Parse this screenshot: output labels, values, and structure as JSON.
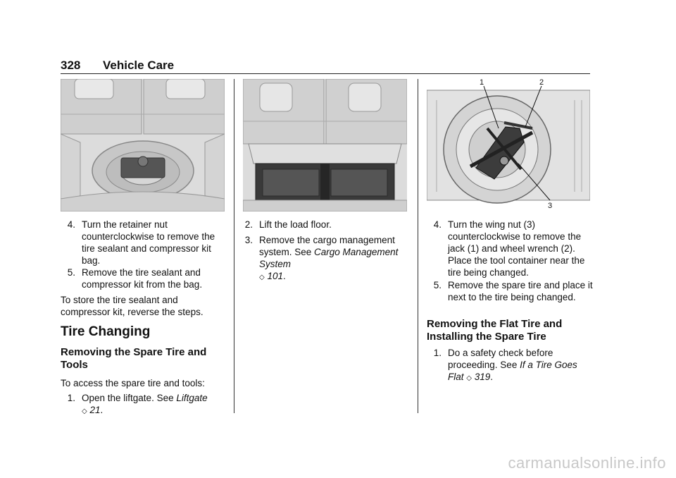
{
  "header": {
    "page_number": "328",
    "section_title": "Vehicle Care"
  },
  "figures": {
    "fig1": {
      "icon": "cargo-area-spare-tire-image"
    },
    "fig2": {
      "icon": "cargo-management-system-image"
    },
    "fig3": {
      "icon": "spare-tire-jack-diagram",
      "callouts": [
        "1",
        "2",
        "3"
      ]
    }
  },
  "column1": {
    "steps": [
      {
        "num": "4.",
        "text": "Turn the retainer nut counterclockwise to remove the tire sealant and compressor kit bag."
      },
      {
        "num": "5.",
        "text": "Remove the tire sealant and compressor kit from the bag."
      }
    ],
    "store_note": "To store the tire sealant and compressor kit, reverse the steps.",
    "heading_main": "Tire Changing",
    "heading_sub": "Removing the Spare Tire and Tools",
    "access_note": "To access the spare tire and tools:",
    "step1": {
      "num": "1.",
      "text": "Open the liftgate. See ",
      "xref": "Liftgate",
      "page_icon": "◇",
      "page": "21",
      "end": "."
    }
  },
  "column2": {
    "step2": {
      "num": "2.",
      "text": "Lift the load floor."
    },
    "step3": {
      "num": "3.",
      "text": "Remove the cargo management system. See ",
      "xref": "Cargo Management System",
      "page_icon": "◇",
      "page": "101",
      "end": "."
    }
  },
  "column3": {
    "steps": [
      {
        "num": "4.",
        "text": "Turn the wing nut (3) counterclockwise to remove the jack (1) and wheel wrench (2). Place the tool container near the tire being changed."
      },
      {
        "num": "5.",
        "text": "Remove the spare tire and place it next to the tire being changed."
      }
    ],
    "heading_sub": "Removing the Flat Tire and Installing the Spare Tire",
    "step1": {
      "num": "1.",
      "text": "Do a safety check before proceeding. See ",
      "xref": "If a Tire Goes Flat",
      "page_icon": "◇",
      "page": "319",
      "end": "."
    }
  },
  "watermark": "carmanualsonline.info"
}
